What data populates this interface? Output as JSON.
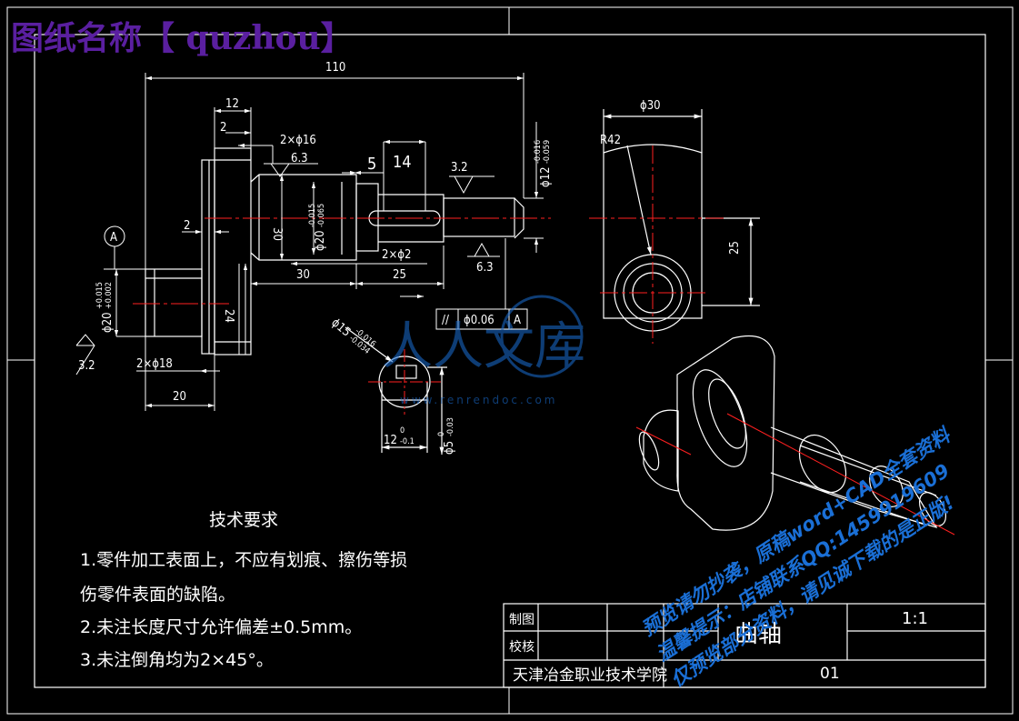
{
  "header": {
    "title": "图纸名称【 quzhou】"
  },
  "dims": {
    "overall_length": "110",
    "d12": "12",
    "d2_top": "2",
    "chamfer_2x16": "2×ϕ16",
    "rough_63_a": "6.3",
    "rough_32_a": "3.2",
    "rough_63_b": "6.3",
    "rough_32_b": "3.2",
    "d5": "5",
    "d14": "14",
    "phi12": "ϕ12",
    "phi12_tol_upper": "-0.016",
    "phi12_tol_lower": "-0.059",
    "phi20": "ϕ20",
    "phi20_tol_upper": "-0.015",
    "phi20_tol_lower": "-0.065",
    "d30_v": "30",
    "d2_left": "2",
    "chamfer_2x2": "2×ϕ2",
    "d30_h": "30",
    "d25_h": "25",
    "datum": "A",
    "phi20_left": "ϕ20",
    "phi20_left_tol_upper": "+0.015",
    "phi20_left_tol_lower": "+0.002",
    "d24": "24",
    "chamfer_2x18": "2×ϕ18",
    "d20": "20",
    "gtol_sym": "//",
    "gtol_val": "ϕ0.06",
    "gtol_datum": "A",
    "phi15": "ϕ15",
    "phi15_tol_upper": "-0.016",
    "phi15_tol_lower": "-0.034",
    "d12_sec": "12",
    "d12_sec_tol_upper": "0",
    "d12_sec_tol_lower": "-0.1",
    "phi5": "ϕ5",
    "phi5_tol_upper": "0",
    "phi5_tol_lower": "-0.03",
    "phi30": "ϕ30",
    "r42": "R42",
    "d25_v": "25"
  },
  "notes": {
    "title": "技术要求",
    "line1": "1.零件加工表面上，不应有划痕、擦伤等损",
    "line1b": "伤零件表面的缺陷。",
    "line2": "2.未注长度尺寸允许偏差±0.5mm。",
    "line3": "3.未注倒角均为2×45°。"
  },
  "title_block": {
    "drawn_label": "制图",
    "checked_label": "校核",
    "part_name": "曲轴",
    "scale": "1:1",
    "school": "天津冶金职业技术学院",
    "drawing_no": "01"
  },
  "watermark": {
    "brand": "人人文库",
    "url": "www.renrendoc.com",
    "line1": "预览请勿抄袭，原稿word+CAD全套资料",
    "line2": "温馨提示：店铺联系QQ:1459919609",
    "line3": "仅预览部分资料，请见诚下载的是正版!"
  },
  "colors": {
    "line": "#ffffff",
    "center": "#ff2020",
    "header": "#5a1fa0",
    "watermark": "#1a6fd6"
  }
}
